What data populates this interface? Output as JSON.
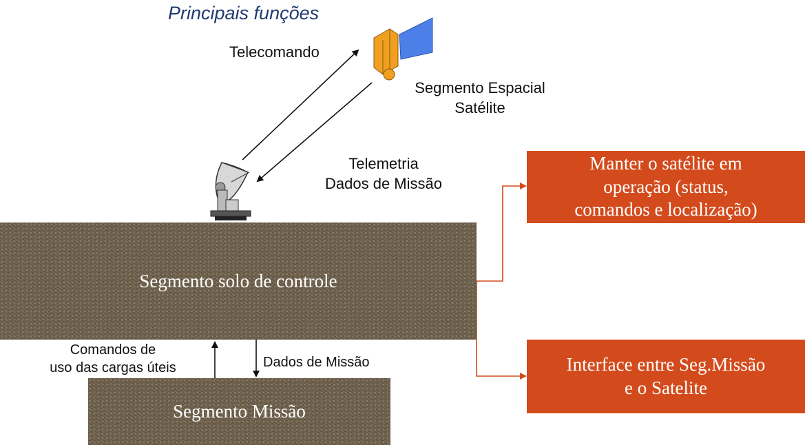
{
  "title": "Principais funções",
  "labels": {
    "telecomando": "Telecomando",
    "segmento_espacial": "Segmento Espacial",
    "satelite": "Satélite",
    "telemetria": "Telemetria",
    "dados_missao_downlink": "Dados de Missão",
    "comandos_line1": "Comandos de",
    "comandos_line2": "uso das cargas úteis",
    "dados_missao_down": "Dados de Missão"
  },
  "segments": {
    "solo": "Segmento solo de controle",
    "missao": "Segmento Missão"
  },
  "functions": {
    "box1_line1": "Manter o satélite em",
    "box1_line2": "operação (status,",
    "box1_line3": "comandos e localização)",
    "box2_line1": "Interface entre Seg.Missão",
    "box2_line2": "e o Satelite"
  },
  "colors": {
    "title": "#1f3a70",
    "orange": "#d34b1c",
    "segment_texture": "#6b5d48",
    "satellite_body": "#f0a020",
    "solar_panel": "#4d7fe8"
  }
}
